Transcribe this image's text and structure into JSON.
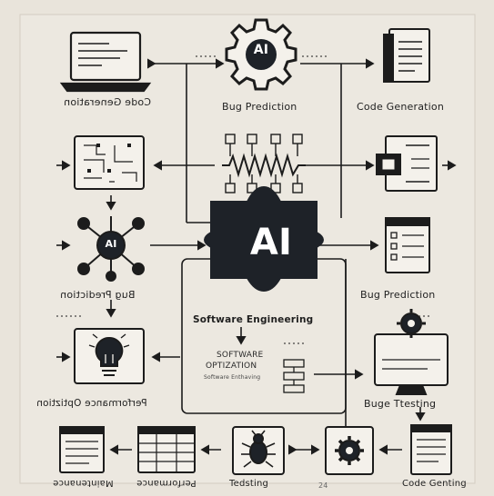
{
  "colors": {
    "background": "#e9e4db",
    "ink": "#1c1c1c",
    "center_fill": "#1e2228"
  },
  "center": {
    "text": "AI"
  },
  "labels": {
    "code_generation_top_left": "Code Generation",
    "bug_prediction_top": "Bug Prediction",
    "code_generation_top_right": "Code Generation",
    "bug_prediction_left": "Bug Prediction",
    "bug_prediction_right": "Bug Prediction",
    "software_engineering": "Software Engineering",
    "software_optimization_line1": "SOFTWARE",
    "software_optimization_line2": "OPTIZATION",
    "software_optimization_line3": "Software Enthaving",
    "performance_optimization": "Performance Optiztion",
    "bug_testing": "Buge Ttesting",
    "maintenance": "Maintenance",
    "performance": "Performance",
    "testing": "Tedsting",
    "code_genting": "Code Genting",
    "bottom_center_mark": "24"
  },
  "icons": {
    "top_left": "laptop-code-icon",
    "top_center": "ai-gear-icon",
    "top_right": "document-icon",
    "left_circuit": "circuit-board-icon",
    "center_circuit": "circuit-diagram-icon",
    "right_chip": "chip-panel-icon",
    "left_network": "ai-network-icon",
    "right_checklist": "checklist-icon",
    "left_bulb": "lightbulb-icon",
    "right_monitor": "monitor-gear-icon",
    "bottom_doc_left": "maintenance-doc-icon",
    "bottom_table": "performance-table-icon",
    "bottom_bug": "bug-icon",
    "bottom_gear": "gear-icon",
    "bottom_doc_right": "code-doc-icon"
  }
}
